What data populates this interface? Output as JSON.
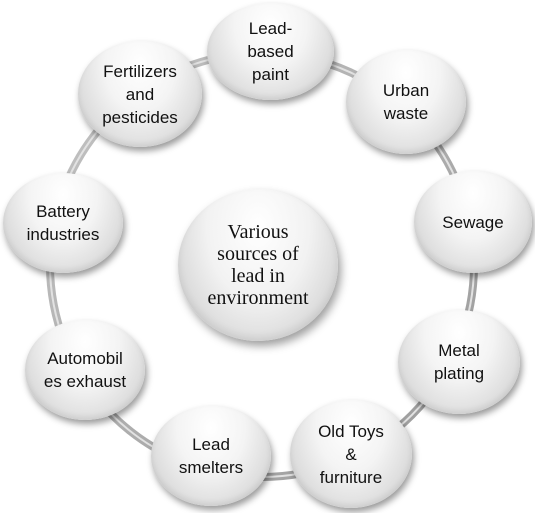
{
  "center": {
    "label": "Various\nsources of\nlead in\nenvironment"
  },
  "nodes": [
    {
      "id": "lead-based-paint",
      "label": "Lead-\nbased\npaint"
    },
    {
      "id": "urban-waste",
      "label": "Urban\nwaste"
    },
    {
      "id": "sewage",
      "label": "Sewage"
    },
    {
      "id": "metal-plating",
      "label": "Metal\nplating"
    },
    {
      "id": "old-toys",
      "label": "Old Toys\n&\nfurniture"
    },
    {
      "id": "lead-smelters",
      "label": "Lead\nsmelters"
    },
    {
      "id": "automobiles-exhaust",
      "label": "Automobil\nes exhaust"
    },
    {
      "id": "battery-industries",
      "label": "Battery\nindustries"
    },
    {
      "id": "fertilizers-pesticides",
      "label": "Fertilizers\nand\npesticides"
    }
  ],
  "colors": {
    "ring": "#a9a9a9",
    "ring_highlight": "#dcdcdc"
  }
}
